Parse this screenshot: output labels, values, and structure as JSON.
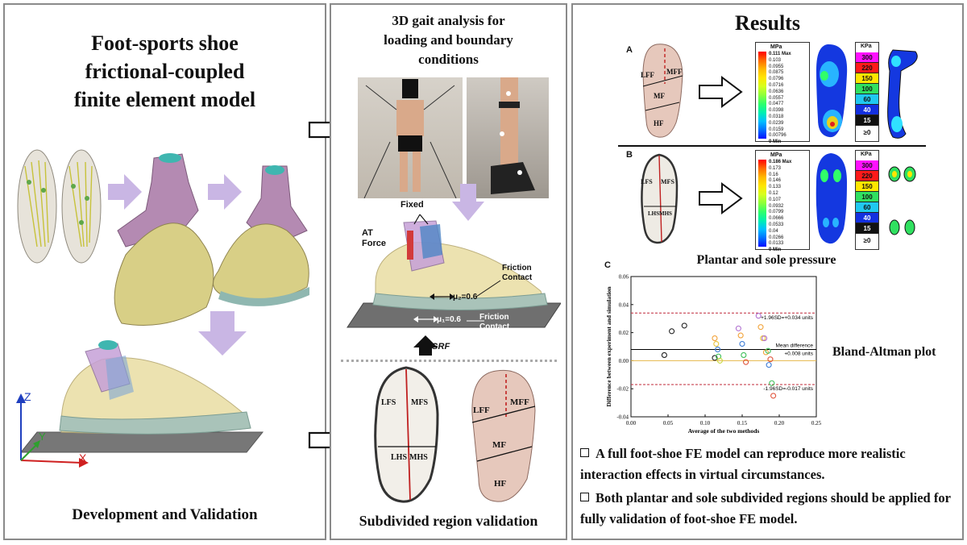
{
  "left_panel": {
    "title_lines": [
      "Foot-sports shoe",
      "frictional-coupled",
      "finite element model"
    ],
    "footer": "Development and Validation",
    "axes": {
      "z": "Z",
      "y": "Y",
      "x": "X"
    }
  },
  "middle_panel": {
    "title_lines": [
      "3D gait analysis for",
      "loading and boundary",
      "conditions"
    ],
    "labels": {
      "fixed": "Fixed",
      "at_force": "AT\nForce",
      "friction_contact_1": "Friction\nContact",
      "mu2": "μ₂=0.6",
      "mu1": "μ₁=0.6",
      "friction_contact_2": "Friction\nContact",
      "grf": "GRF"
    },
    "sole_labels": [
      "LFS",
      "MFS",
      "LHS",
      "MHS"
    ],
    "foot_labels": [
      "LFF",
      "MFF",
      "MF",
      "HF"
    ],
    "footer": "Subdivided region validation"
  },
  "right_panel": {
    "title": "Results",
    "row_a": {
      "letter": "A",
      "foot_labels": [
        "LFF",
        "MFF",
        "MF",
        "HF"
      ],
      "mpa_unit": "MPa",
      "mpa_legend": [
        "0.111 Max",
        "0.103",
        "0.0955",
        "0.0875",
        "0.0796",
        "0.0716",
        "0.0636",
        "0.0557",
        "0.0477",
        "0.0398",
        "0.0318",
        "0.0239",
        "0.0159",
        "0.00796",
        "0 Min"
      ],
      "kpa_unit": "KPa",
      "kpa_legend": [
        "300",
        "220",
        "150",
        "100",
        "60",
        "40",
        "15",
        "≥0"
      ]
    },
    "row_b": {
      "letter": "B",
      "sole_labels": [
        "LFS",
        "MFS",
        "LHS",
        "MHS"
      ],
      "mpa_unit": "MPa",
      "mpa_legend": [
        "0.186 Max",
        "0.173",
        "0.16",
        "0.146",
        "0.133",
        "0.12",
        "0.107",
        "0.0932",
        "0.0799",
        "0.0666",
        "0.0533",
        "0.04",
        "0.0266",
        "0.0133",
        "0 Min"
      ],
      "kpa_unit": "KPa",
      "kpa_legend": [
        "300",
        "220",
        "150",
        "100",
        "60",
        "40",
        "15",
        "≥0"
      ]
    },
    "plantar_caption": "Plantar and sole pressure",
    "bland_altman_caption": "Bland-Altman plot",
    "conclusions": [
      "A full foot-shoe FE model can reproduce more realistic interaction effects in virtual circumstances.",
      "Both plantar and sole subdivided regions should be applied for fully validation of foot-shoe FE model."
    ]
  },
  "colors": {
    "panel_border": "#8a8a8a",
    "arrow_purple": "#c9b6e4",
    "shoe_yellow": "#d8cf86",
    "foot_pink": "#b48ab2",
    "mean_line": "#000000",
    "loa_line": "#c0283a",
    "zero_line": "#e6b74a"
  },
  "chart_data": {
    "type": "scatter",
    "panel_letter": "C",
    "xlabel": "Average of the two methods",
    "ylabel": "Difference between experiment and simulation",
    "xlim": [
      0,
      0.25
    ],
    "ylim": [
      -0.04,
      0.06
    ],
    "xticks": [
      0,
      0.05,
      0.1,
      0.15,
      0.2,
      0.25
    ],
    "yticks": [
      -0.04,
      -0.02,
      0.0,
      0.02,
      0.04,
      0.06
    ],
    "xtick_labels": [
      "0.00",
      "0.05",
      "0.10",
      "0.15",
      "0.20",
      "0.25"
    ],
    "ytick_labels": [
      "-0.04",
      "-0.02",
      "0.00",
      "0.02",
      "0.04",
      "0.06"
    ],
    "reference_lines": [
      {
        "name": "upper",
        "y": 0.034,
        "label": "+1.96SD=+0.034 units",
        "style": "dashed",
        "color": "#c0283a"
      },
      {
        "name": "mean",
        "y": 0.008,
        "label_top": "Mean difference",
        "label": "+0.008 units",
        "style": "solid",
        "color": "#000000"
      },
      {
        "name": "zero",
        "y": 0.0,
        "style": "solid",
        "color": "#e6b74a"
      },
      {
        "name": "lower",
        "y": -0.017,
        "label": "-1.96SD=-0.017 units",
        "style": "dashed",
        "color": "#c0283a"
      }
    ],
    "points": [
      {
        "x": 0.045,
        "y": 0.004,
        "color": "#222222"
      },
      {
        "x": 0.055,
        "y": 0.021,
        "color": "#222222"
      },
      {
        "x": 0.072,
        "y": 0.025,
        "color": "#222222"
      },
      {
        "x": 0.113,
        "y": 0.002,
        "color": "#222222"
      },
      {
        "x": 0.113,
        "y": 0.016,
        "color": "#f2a33a"
      },
      {
        "x": 0.115,
        "y": 0.012,
        "color": "#e8c33a"
      },
      {
        "x": 0.117,
        "y": 0.008,
        "color": "#3a7bd5"
      },
      {
        "x": 0.118,
        "y": 0.003,
        "color": "#3fbf5a"
      },
      {
        "x": 0.12,
        "y": 0.0,
        "color": "#c8d83a"
      },
      {
        "x": 0.145,
        "y": 0.023,
        "color": "#b070d0"
      },
      {
        "x": 0.148,
        "y": 0.018,
        "color": "#f2a33a"
      },
      {
        "x": 0.15,
        "y": 0.012,
        "color": "#3a7bd5"
      },
      {
        "x": 0.152,
        "y": 0.004,
        "color": "#3fbf5a"
      },
      {
        "x": 0.155,
        "y": -0.001,
        "color": "#e0533a"
      },
      {
        "x": 0.172,
        "y": 0.032,
        "color": "#b070d0"
      },
      {
        "x": 0.175,
        "y": 0.024,
        "color": "#f2a33a"
      },
      {
        "x": 0.178,
        "y": 0.016,
        "color": "#e8c33a"
      },
      {
        "x": 0.18,
        "y": 0.016,
        "color": "#b070d0"
      },
      {
        "x": 0.182,
        "y": 0.006,
        "color": "#f2a33a"
      },
      {
        "x": 0.185,
        "y": 0.007,
        "color": "#3fbf5a"
      },
      {
        "x": 0.186,
        "y": -0.003,
        "color": "#3a7bd5"
      },
      {
        "x": 0.188,
        "y": 0.001,
        "color": "#e0533a"
      },
      {
        "x": 0.19,
        "y": -0.016,
        "color": "#3fbf5a"
      },
      {
        "x": 0.192,
        "y": -0.025,
        "color": "#e0533a"
      }
    ]
  }
}
